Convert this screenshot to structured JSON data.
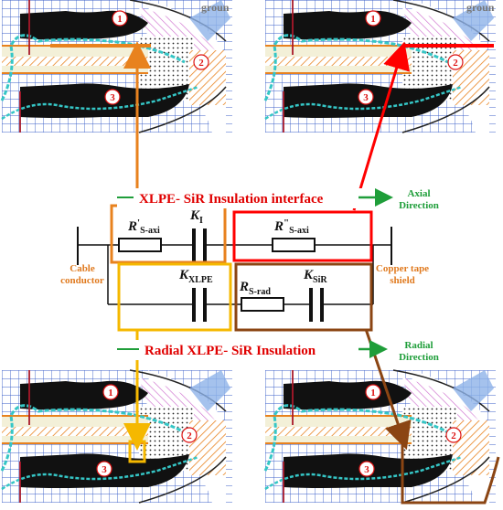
{
  "labels": {
    "interface_title": "XLPE- SiR Insulation interface",
    "radial_title": "Radial XLPE- SiR  Insulation",
    "axial_direction": [
      "Axial",
      "Direction"
    ],
    "radial_direction": [
      "Radial",
      "Direction"
    ],
    "cable_conductor": [
      "Cable",
      "conductor"
    ],
    "copper_tape_shield": [
      "Copper tape",
      "shield"
    ],
    "ground_fragment": "groun"
  },
  "circuit": {
    "rs_axi_prime": {
      "main": "R",
      "mark": "'",
      "sub": "S-axi"
    },
    "k_i": {
      "main": "K",
      "sub": "I"
    },
    "rs_axi_dprime": {
      "main": "R",
      "mark": "\"",
      "sub": "S-axi"
    },
    "k_xlpe": {
      "main": "K",
      "sub": "XLPE"
    },
    "rs_rad": {
      "main": "R",
      "sub": "S-rad"
    },
    "k_sir": {
      "main": "K",
      "sub": "SiR"
    }
  },
  "markers": [
    "1",
    "2",
    "3"
  ],
  "colors": {
    "orange": "#E8821E",
    "red": "#FF0000",
    "yellow": "#F5B800",
    "brown": "#8B4513",
    "green": "#1F9E3A",
    "label_orange": "#E07A1F",
    "title_red": "#E00000"
  }
}
